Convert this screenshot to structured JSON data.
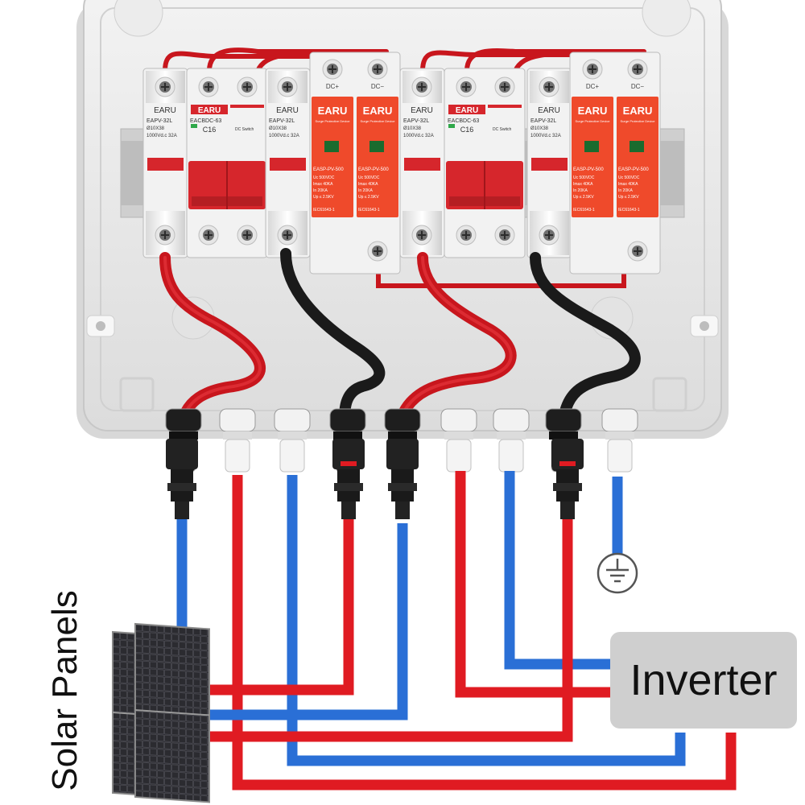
{
  "colors": {
    "enclosure": "#e9e9e9",
    "red_wire": "#e01b22",
    "blue_wire": "#2a6fd6",
    "black_wire": "#1b1b1b",
    "spd_orange": "#ef4a2b",
    "breaker_white": "#f2f2f2",
    "breaker_red": "#d6262c",
    "inverter_box": "#cfcfcf"
  },
  "modules": {
    "fuse_brand": "EARU",
    "fuse_model": "EAPV-32L",
    "fuse_size": "Ø10X38",
    "fuse_rating": "1000Vd.c 32A",
    "breaker_brand": "EARU",
    "breaker_model": "EACBDC-63",
    "breaker_rating": "C16",
    "switch_label": "DC Switch",
    "spd_brand": "EARU",
    "spd_sub": "Surge Protective Device",
    "spd_model": "EASP-PV-500",
    "spd_specs": [
      "Uc  500VDC",
      "Imax  40KA",
      "In  20KA",
      "Up  ≤ 2.5KV"
    ],
    "spd_std": "IEC61643-1",
    "dc_plus": "DC+",
    "dc_minus": "DC−"
  },
  "labels": {
    "inverter": "Inverter",
    "solar_panels": "Solar Panels"
  },
  "icons": {
    "ground": "ground-icon",
    "panel": "solar-panel-icon"
  }
}
